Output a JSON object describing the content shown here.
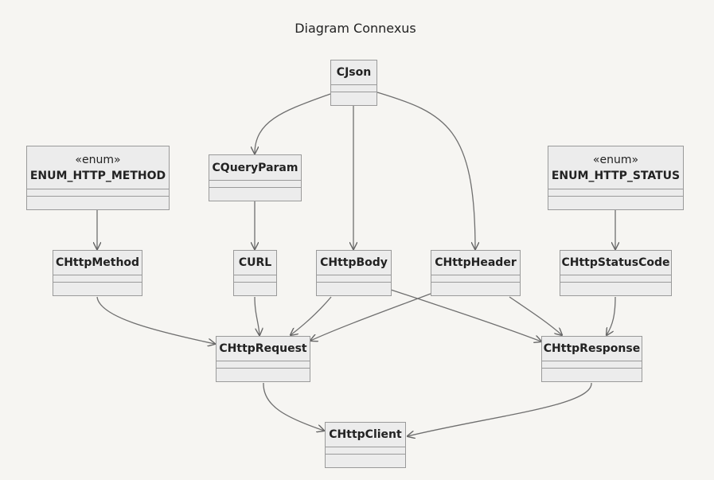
{
  "title": "Diagram Connexus",
  "classes": {
    "cjson": {
      "name": "CJson"
    },
    "enum_method": {
      "stereotype": "«enum»",
      "name": "ENUM_HTTP_METHOD"
    },
    "cqueryparam": {
      "name": "CQueryParam"
    },
    "enum_status": {
      "stereotype": "«enum»",
      "name": "ENUM_HTTP_STATUS"
    },
    "chttpmethod": {
      "name": "CHttpMethod"
    },
    "curl": {
      "name": "CURL"
    },
    "chttpbody": {
      "name": "CHttpBody"
    },
    "chttpheader": {
      "name": "CHttpHeader"
    },
    "chttpstatuscode": {
      "name": "CHttpStatusCode"
    },
    "chttprequest": {
      "name": "CHttpRequest"
    },
    "chttpresponse": {
      "name": "CHttpResponse"
    },
    "chttpclient": {
      "name": "CHttpClient"
    }
  },
  "relations": [
    {
      "from": "CJson",
      "to": "CQueryParam"
    },
    {
      "from": "CJson",
      "to": "CHttpBody"
    },
    {
      "from": "CJson",
      "to": "CHttpHeader"
    },
    {
      "from": "ENUM_HTTP_METHOD",
      "to": "CHttpMethod"
    },
    {
      "from": "CQueryParam",
      "to": "CURL"
    },
    {
      "from": "ENUM_HTTP_STATUS",
      "to": "CHttpStatusCode"
    },
    {
      "from": "CHttpMethod",
      "to": "CHttpRequest"
    },
    {
      "from": "CURL",
      "to": "CHttpRequest"
    },
    {
      "from": "CHttpBody",
      "to": "CHttpRequest"
    },
    {
      "from": "CHttpHeader",
      "to": "CHttpRequest"
    },
    {
      "from": "CHttpBody",
      "to": "CHttpResponse"
    },
    {
      "from": "CHttpHeader",
      "to": "CHttpResponse"
    },
    {
      "from": "CHttpStatusCode",
      "to": "CHttpResponse"
    },
    {
      "from": "CHttpRequest",
      "to": "CHttpClient"
    },
    {
      "from": "CHttpResponse",
      "to": "CHttpClient"
    }
  ]
}
